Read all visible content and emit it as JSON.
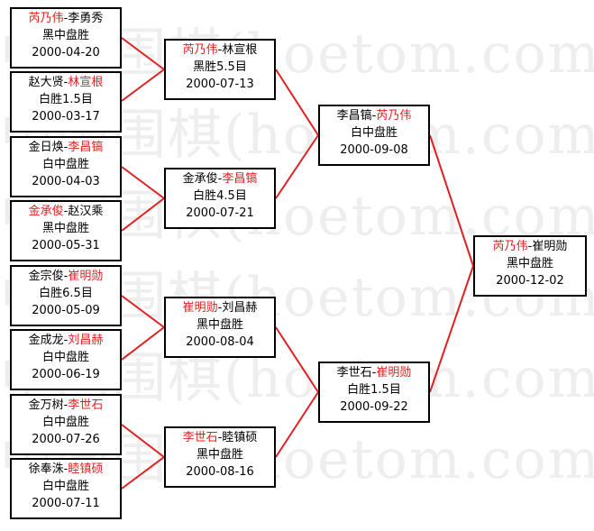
{
  "watermark": "中国围棋(hoetom.com)",
  "colors": {
    "winner": "#e02020",
    "connector": "#e02020",
    "border": "#000000"
  },
  "round1": [
    {
      "p1": "芮乃伟",
      "p2": "李勇秀",
      "winner": 1,
      "result": "黑中盘胜",
      "date": "2000-04-20"
    },
    {
      "p1": "赵大贤",
      "p2": "林宣根",
      "winner": 2,
      "result": "白胜1.5目",
      "date": "2000-03-17"
    },
    {
      "p1": "金日焕",
      "p2": "李昌镐",
      "winner": 2,
      "result": "白中盘胜",
      "date": "2000-04-03"
    },
    {
      "p1": "金承俊",
      "p2": "赵汉乘",
      "winner": 1,
      "result": "黑中盘胜",
      "date": "2000-05-31"
    },
    {
      "p1": "金宗俊",
      "p2": "崔明勋",
      "winner": 2,
      "result": "白胜6.5目",
      "date": "2000-05-09"
    },
    {
      "p1": "金成龙",
      "p2": "刘昌赫",
      "winner": 2,
      "result": "白中盘胜",
      "date": "2000-06-19"
    },
    {
      "p1": "金万树",
      "p2": "李世石",
      "winner": 2,
      "result": "白中盘胜",
      "date": "2000-07-26"
    },
    {
      "p1": "徐奉洙",
      "p2": "睦镇硕",
      "winner": 2,
      "result": "白中盘胜",
      "date": "2000-07-11"
    }
  ],
  "round2": [
    {
      "p1": "芮乃伟",
      "p2": "林宣根",
      "winner": 1,
      "result": "黑胜5.5目",
      "date": "2000-07-13"
    },
    {
      "p1": "金承俊",
      "p2": "李昌镐",
      "winner": 2,
      "result": "白胜4.5目",
      "date": "2000-07-21"
    },
    {
      "p1": "崔明勋",
      "p2": "刘昌赫",
      "winner": 1,
      "result": "黑中盘胜",
      "date": "2000-08-04"
    },
    {
      "p1": "李世石",
      "p2": "睦镇硕",
      "winner": 1,
      "result": "黑中盘胜",
      "date": "2000-08-16"
    }
  ],
  "semis": [
    {
      "p1": "李昌镐",
      "p2": "芮乃伟",
      "winner": 2,
      "result": "白中盘胜",
      "date": "2000-09-08"
    },
    {
      "p1": "李世石",
      "p2": "崔明勋",
      "winner": 2,
      "result": "白胜1.5目",
      "date": "2000-09-22"
    }
  ],
  "final": {
    "p1": "芮乃伟",
    "p2": "崔明勋",
    "winner": 1,
    "result": "黑中盘胜",
    "date": "2000-12-02"
  }
}
